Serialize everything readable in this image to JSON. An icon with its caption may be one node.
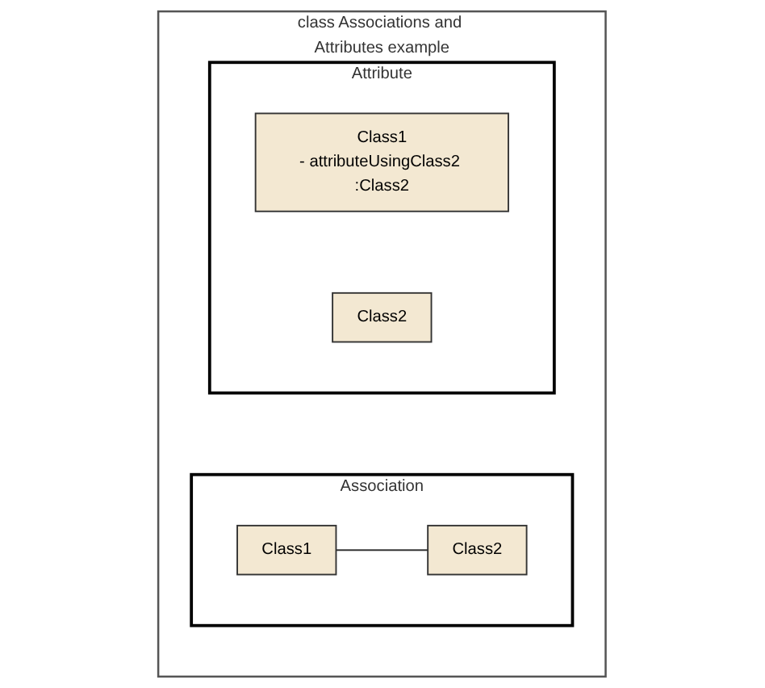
{
  "diagram": {
    "nodes": [
      {
        "text": [
          "class Associations and Attributes example"
        ]
      },
      {
        "text": [
          "Association"
        ],
        "in": 0
      },
      {
        "text": [
          "Class1"
        ],
        "in": 1
      },
      {
        "text": [
          "Class2"
        ],
        "in": 1
      },
      {
        "text": [
          "Attribute"
        ],
        "in": 0
      },
      {
        "text": [
          "Class1",
          "- attributeUsingClass2 :Class2"
        ],
        "in": 4
      },
      {
        "text": [
          "Class2"
        ],
        "in": 4
      }
    ],
    "edges": [
      {
        "from": 2,
        "to": 3,
        "arrow": "none"
      }
    ]
  }
}
